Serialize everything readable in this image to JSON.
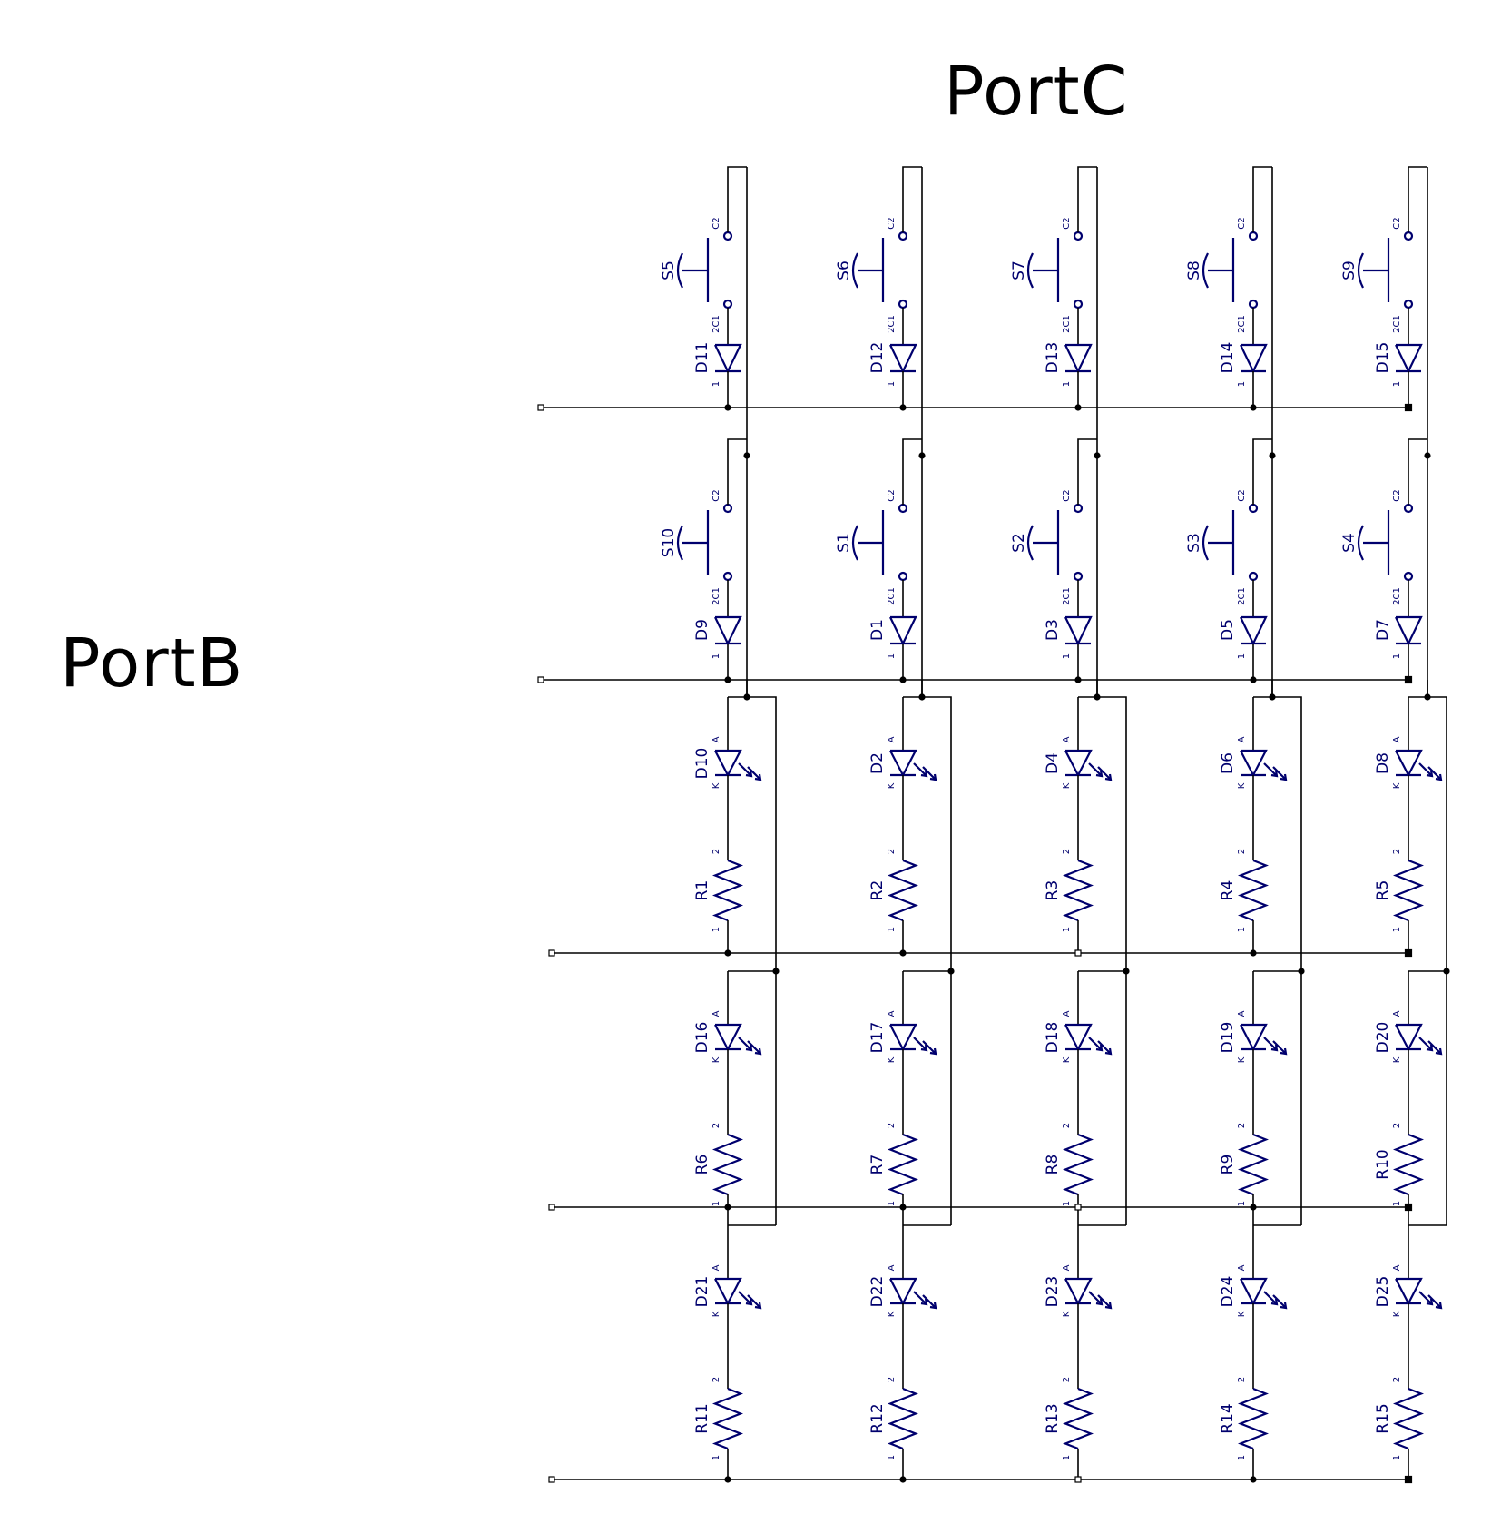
{
  "labels": {
    "top_port": "PortC",
    "left_port": "PortB"
  },
  "colors": {
    "wire": "#000000",
    "symbol": "#00006e",
    "background": "#ffffff"
  },
  "switch_rows": [
    {
      "switches": [
        "S5",
        "S6",
        "S7",
        "S8",
        "S9"
      ],
      "diodes": [
        "D11",
        "D12",
        "D13",
        "D14",
        "D15"
      ]
    },
    {
      "switches": [
        "S10",
        "S1",
        "S2",
        "S3",
        "S4"
      ],
      "diodes": [
        "D9",
        "D1",
        "D3",
        "D5",
        "D7"
      ]
    }
  ],
  "led_rows": [
    {
      "leds": [
        "D10",
        "D2",
        "D4",
        "D6",
        "D8"
      ],
      "resistors": [
        "R1",
        "R2",
        "R3",
        "R4",
        "R5"
      ]
    },
    {
      "leds": [
        "D16",
        "D17",
        "D18",
        "D19",
        "D20"
      ],
      "resistors": [
        "R6",
        "R7",
        "R8",
        "R9",
        "R10"
      ]
    },
    {
      "leds": [
        "D21",
        "D22",
        "D23",
        "D24",
        "D25"
      ],
      "resistors": [
        "R11",
        "R12",
        "R13",
        "R14",
        "R15"
      ]
    }
  ],
  "pins": {
    "switch_top": "C2",
    "switch_bottom": "2C1",
    "diode_bottom": "1",
    "led_anode": "A",
    "led_cathode": "K",
    "resistor_top": "2",
    "resistor_bottom": "1"
  }
}
